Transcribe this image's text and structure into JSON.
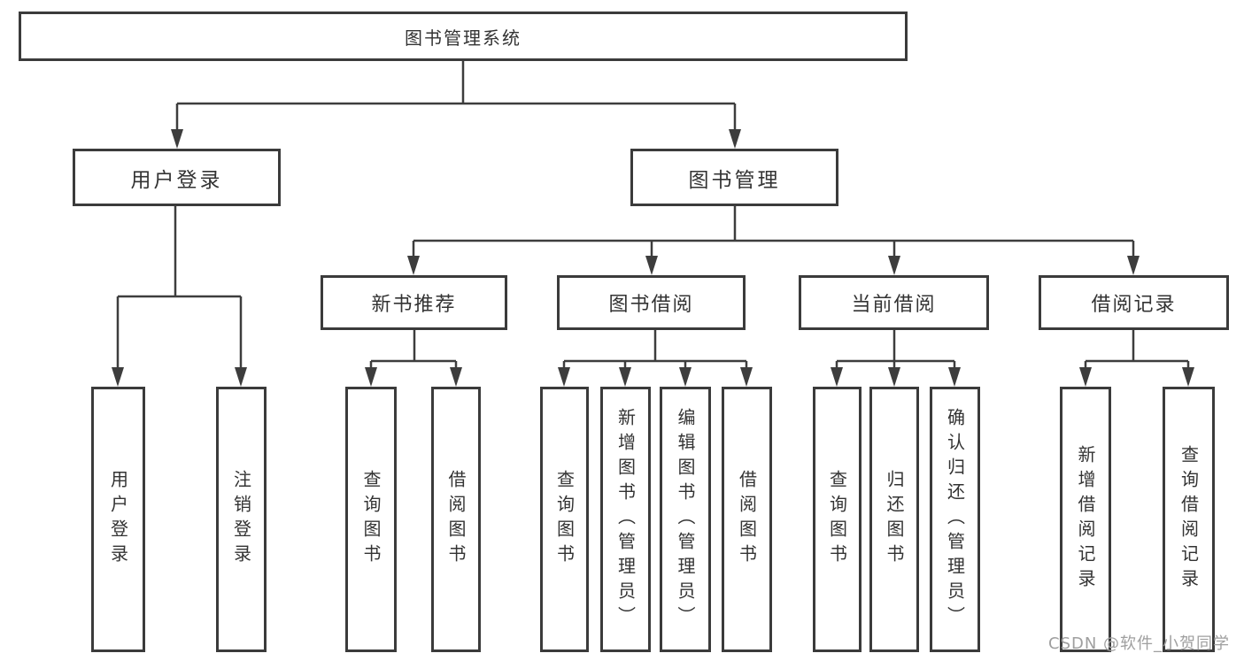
{
  "tree": {
    "root": {
      "label": "图书管理系统",
      "children": [
        {
          "label": "用户登录",
          "children": [
            {
              "label": "用户登录"
            },
            {
              "label": "注销登录"
            }
          ]
        },
        {
          "label": "图书管理",
          "children": [
            {
              "label": "新书推荐",
              "children": [
                {
                  "label": "查询图书"
                },
                {
                  "label": "借阅图书"
                }
              ]
            },
            {
              "label": "图书借阅",
              "children": [
                {
                  "label": "查询图书"
                },
                {
                  "label": "新增图书（管理员）"
                },
                {
                  "label": "编辑图书（管理员）"
                },
                {
                  "label": "借阅图书"
                }
              ]
            },
            {
              "label": "当前借阅",
              "children": [
                {
                  "label": "查询图书"
                },
                {
                  "label": "归还图书"
                },
                {
                  "label": "确认归还（管理员）"
                }
              ]
            },
            {
              "label": "借阅记录",
              "children": [
                {
                  "label": "新增借阅记录"
                },
                {
                  "label": "查询借阅记录"
                }
              ]
            }
          ]
        }
      ]
    }
  },
  "watermark": {
    "text": "CSDN @软件_小贺同学"
  },
  "colors": {
    "line": "#3d3d3d",
    "border": "#3b3b3b",
    "text": "#333333",
    "watermark": "#9f9f9f",
    "background": "#ffffff"
  }
}
